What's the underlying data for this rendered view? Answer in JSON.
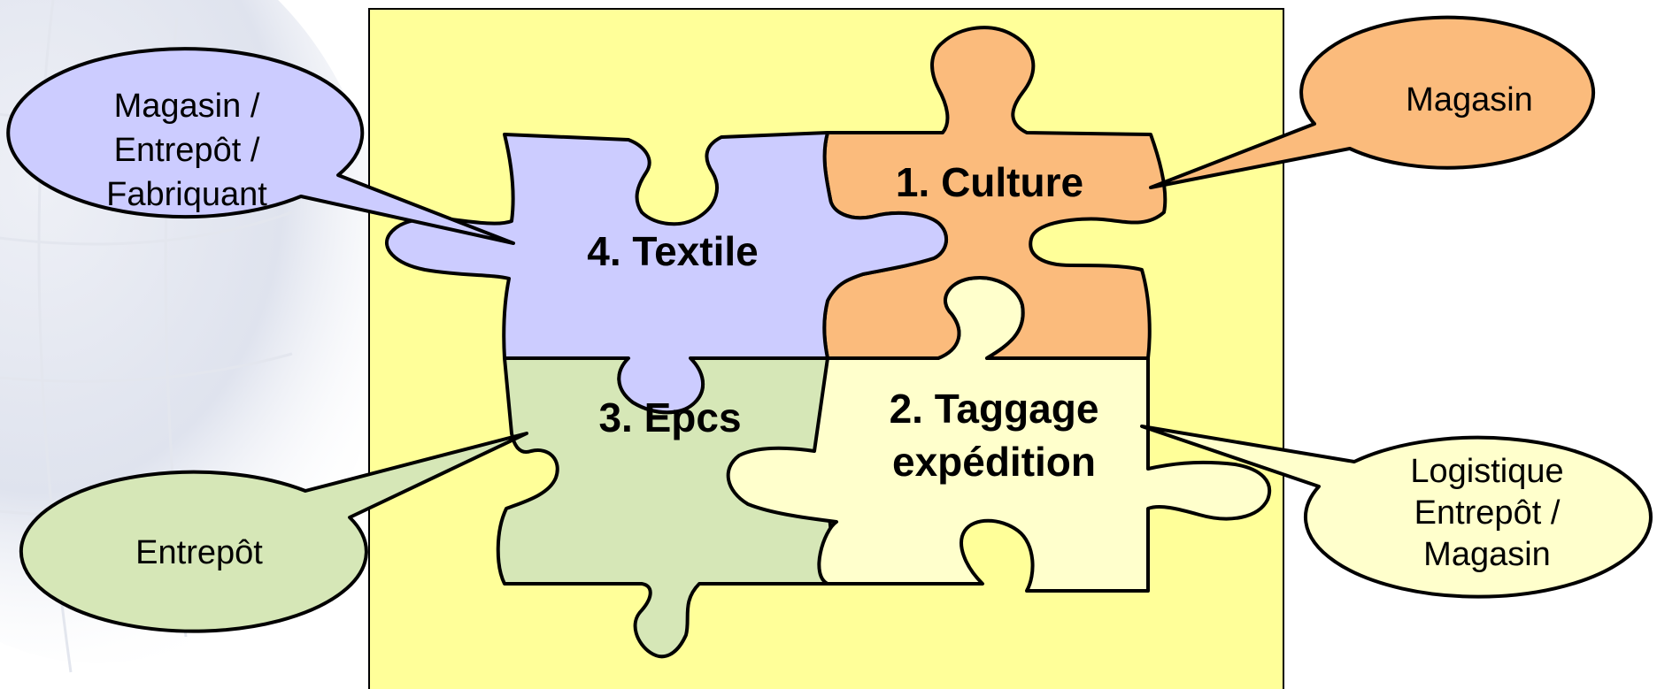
{
  "colors": {
    "frame": "#ffff99",
    "culture": "#fbbb7c",
    "taggage": "#ffffcc",
    "epcs": "#d6e7b7",
    "textile": "#ccccff",
    "background_globe": "#d9dde8"
  },
  "pieces": {
    "culture": {
      "label": "1. Culture"
    },
    "taggage": {
      "line1": "2. Taggage",
      "line2": "expédition"
    },
    "epcs": {
      "label": "3. Epcs"
    },
    "textile": {
      "label": "4. Textile"
    }
  },
  "callouts": {
    "textile": {
      "line1": "Magasin /",
      "line2": "Entrepôt /",
      "line3": "Fabriquant"
    },
    "culture": {
      "line1": "Magasin"
    },
    "epcs": {
      "line1": "Entrepôt"
    },
    "taggage": {
      "line1": "Logistique",
      "line2": "Entrepôt /",
      "line3": "Magasin"
    }
  }
}
